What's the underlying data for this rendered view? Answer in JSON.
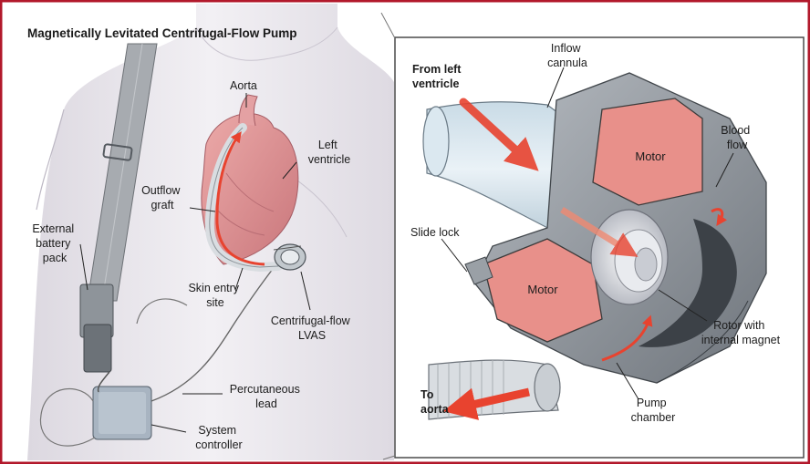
{
  "title": "Magnetically Levitated Centrifugal-Flow Pump",
  "left_panel": {
    "aorta": "Aorta",
    "left_ventricle": [
      "Left",
      "ventricle"
    ],
    "outflow_graft": [
      "Outflow",
      "graft"
    ],
    "external_battery_pack": [
      "External",
      "battery",
      "pack"
    ],
    "skin_entry_site": [
      "Skin entry",
      "site"
    ],
    "centrifugal_flow_lvas": [
      "Centrifugal-flow",
      "LVAS"
    ],
    "percutaneous_lead": [
      "Percutaneous",
      "lead"
    ],
    "system_controller": [
      "System",
      "controller"
    ]
  },
  "right_panel": {
    "from_left_ventricle": [
      "From left",
      "ventricle"
    ],
    "inflow_cannula": [
      "Inflow",
      "cannula"
    ],
    "blood_flow": [
      "Blood",
      "flow"
    ],
    "motor_top": "Motor",
    "motor_bottom": "Motor",
    "slide_lock": "Slide lock",
    "rotor": [
      "Rotor with",
      "internal magnet"
    ],
    "pump_chamber": [
      "Pump",
      "chamber"
    ],
    "to_aorta": [
      "To",
      "aorta"
    ]
  },
  "colors": {
    "frame": "#b2182b",
    "skin": "#e9e6ec",
    "motor": "#e8908a",
    "housing": "#8f959c",
    "flow_arrow": "#e8432f",
    "heart": "#d98b8e"
  }
}
